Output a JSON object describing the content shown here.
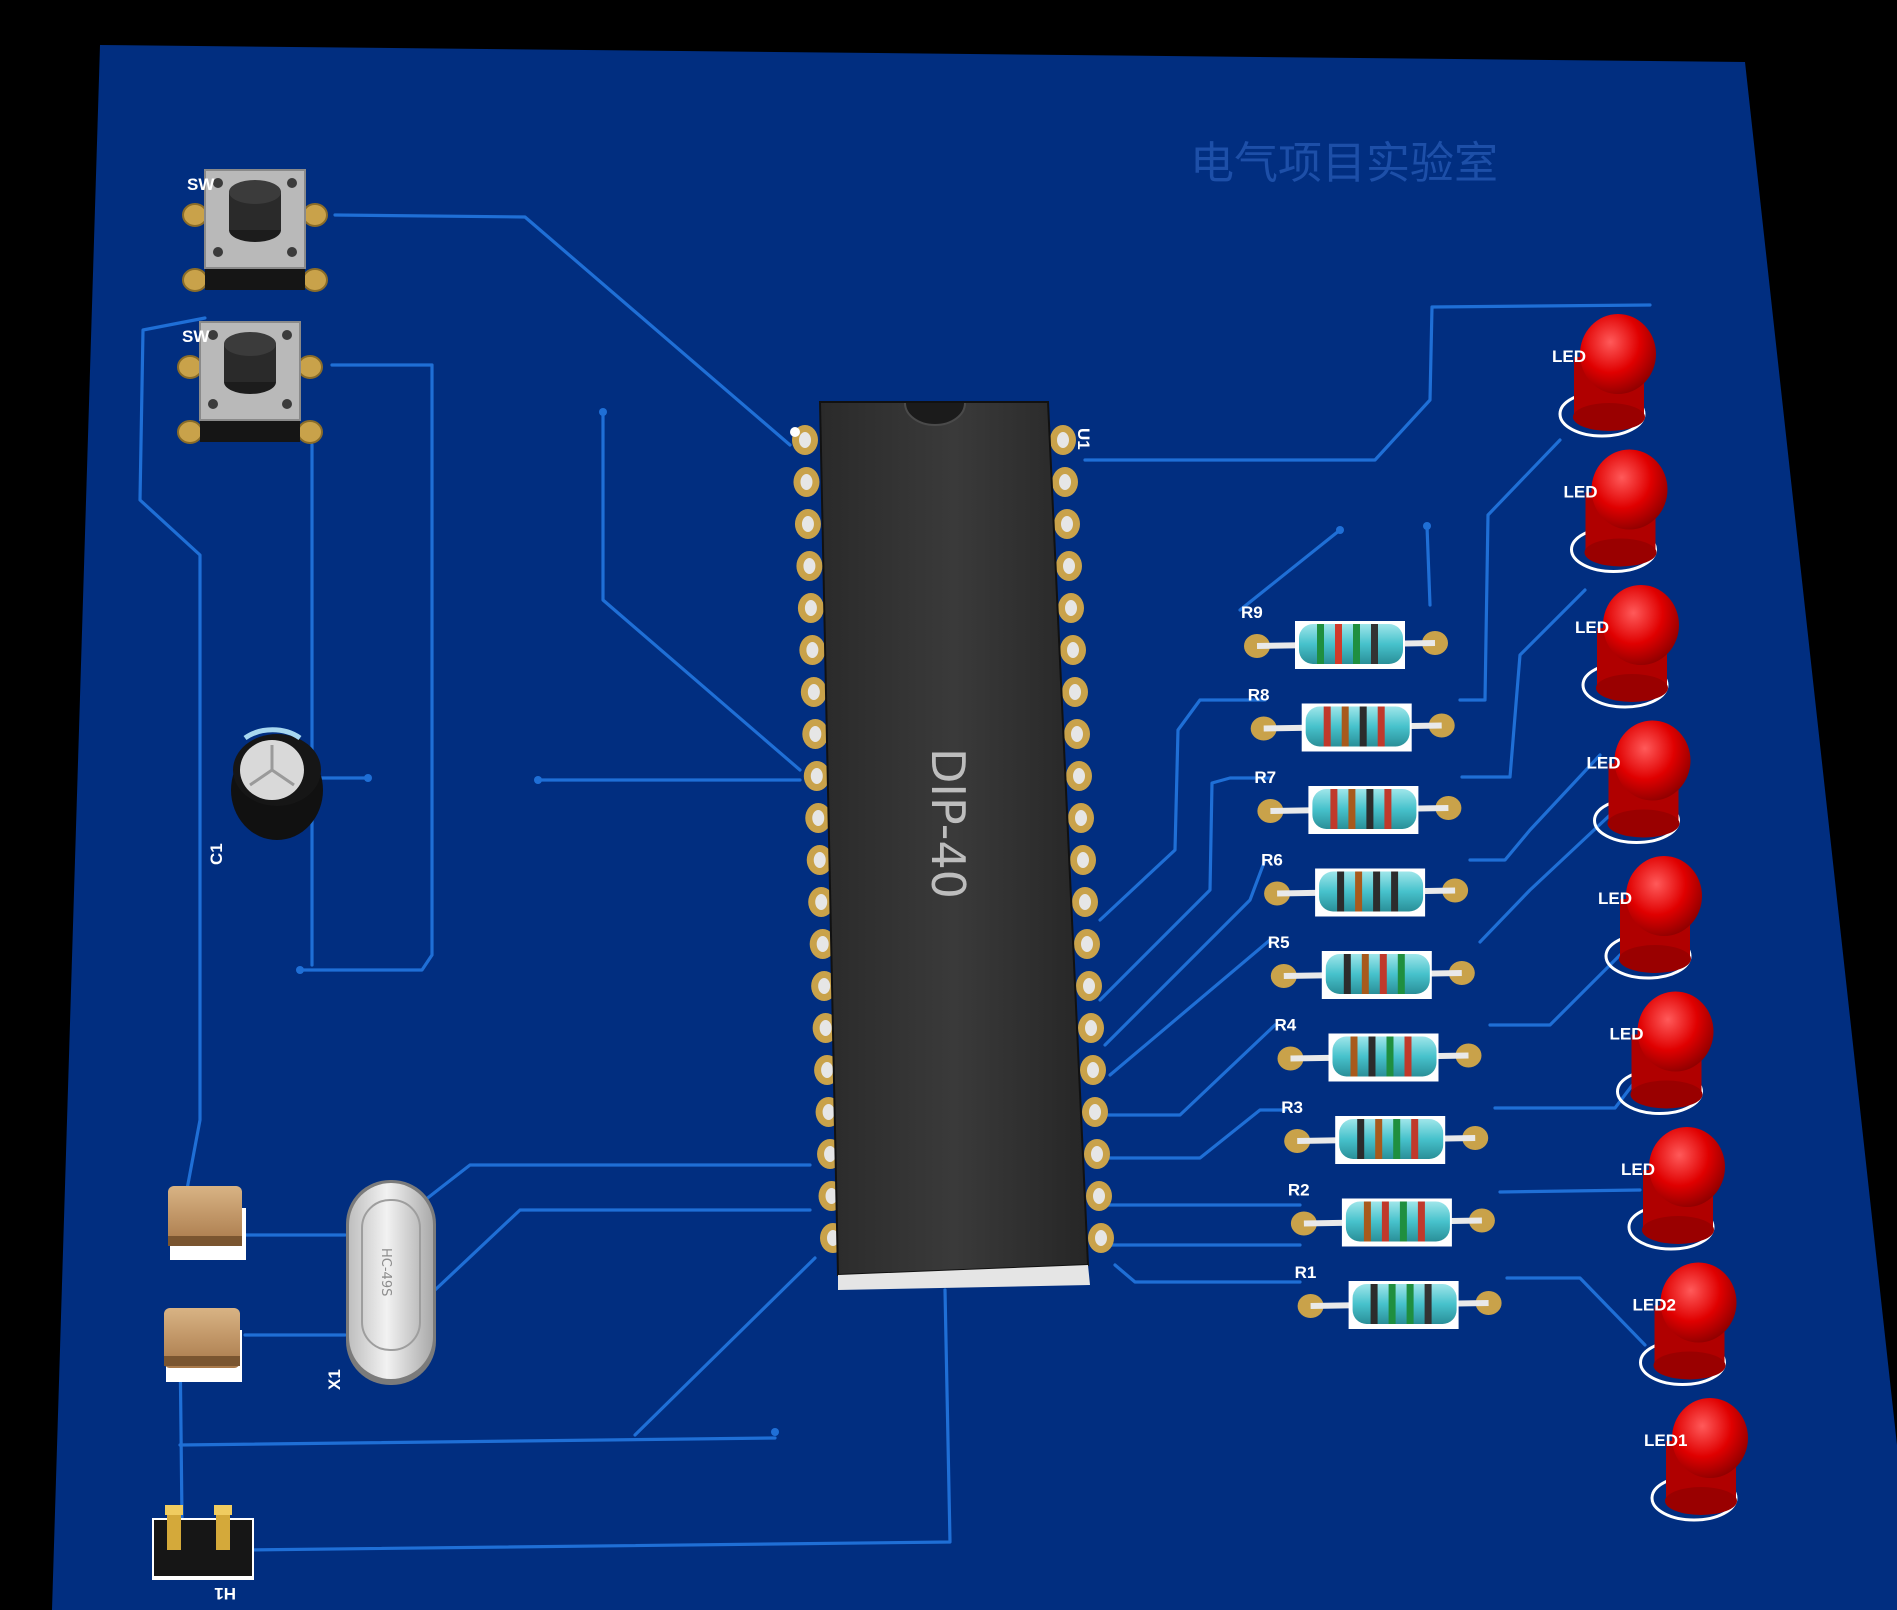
{
  "board": {
    "title": "电气项目实验室",
    "colors": {
      "board": "#012e80",
      "trace": "#1f6fd6",
      "silkscreen": "#ffffff",
      "pad": "#c9a24a",
      "led": "#e00000"
    }
  },
  "chip": {
    "package": "DIP-40",
    "ref": "U1"
  },
  "switches": [
    {
      "ref": "SW"
    },
    {
      "ref": "SW"
    }
  ],
  "capacitor": {
    "ref": "C1"
  },
  "crystal": {
    "ref": "X1",
    "marking": "HC-49S"
  },
  "header": {
    "ref": "H1"
  },
  "resistors": [
    {
      "ref": "R9"
    },
    {
      "ref": "R8"
    },
    {
      "ref": "R7"
    },
    {
      "ref": "R6"
    },
    {
      "ref": "R5"
    },
    {
      "ref": "R4"
    },
    {
      "ref": "R3"
    },
    {
      "ref": "R2"
    },
    {
      "ref": "R1"
    }
  ],
  "leds": [
    {
      "ref": "LED"
    },
    {
      "ref": "LED"
    },
    {
      "ref": "LED"
    },
    {
      "ref": "LED"
    },
    {
      "ref": "LED"
    },
    {
      "ref": "LED"
    },
    {
      "ref": "LED"
    },
    {
      "ref": "LED2"
    },
    {
      "ref": "LED1"
    }
  ]
}
